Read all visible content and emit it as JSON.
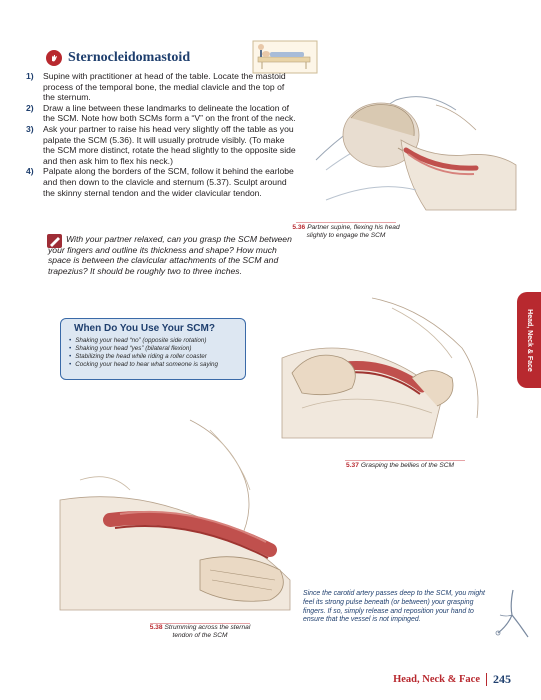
{
  "section": {
    "title": "Sternocleidomastoid"
  },
  "steps": [
    {
      "num": "1)",
      "text": "Supine with practitioner at head of the table. Locate the mastoid process of the temporal bone, the medial clavicle and the top of the sternum."
    },
    {
      "num": "2)",
      "text": "Draw a line between these landmarks to delineate the location of the SCM. Note how both SCMs form a “V” on the front of the neck."
    },
    {
      "num": "3)",
      "text": "Ask your partner to raise his head very slightly off the table as you palpate the SCM (5.36). It will usually protrude visibly. (To make the SCM more distinct, rotate the head slightly to the opposite side and then ask him to flex his neck.)"
    },
    {
      "num": "4)",
      "text": "Palpate along the borders of the SCM, follow it behind the earlobe and then down to the clavicle and sternum (5.37). Sculpt around the skinny sternal tendon and the wider clavicular tendon."
    }
  ],
  "question": "With your partner relaxed, can you grasp the SCM between your fingers and outline its thickness and shape? How much space is between the clavicular attachments of the SCM and trapezius? It should be roughly two to three inches.",
  "when_box": {
    "title": "When Do You Use Your SCM?",
    "items": [
      "Shaking your head “no” (opposite side rotation)",
      "Shaking your head “yes” (bilateral flexion)",
      "Stabilizing the head while riding a roller coaster",
      "Cocking your head to hear what someone is saying"
    ]
  },
  "captions": {
    "c536": {
      "num": "5.36",
      "text": "Partner supine, flexing his head slightly to engage the SCM"
    },
    "c537": {
      "num": "5.37",
      "text": "Grasping the bellies of the SCM"
    },
    "c538": {
      "num": "5.38",
      "text": "Strumming across the sternal tendon of the SCM"
    }
  },
  "note": "Since the carotid artery passes deep to the SCM, you might feel its strong pulse beneath (or between) your grasping fingers. If so, simply release and reposition your hand to ensure that the vessel is not impinged.",
  "side_tab": "Head, Neck & Face",
  "footer": {
    "title": "Head, Neck & Face",
    "page": "245"
  },
  "colors": {
    "accent_red": "#b8292f",
    "heading_blue": "#1f3f6e",
    "box_fill": "#dde7f2",
    "muscle": "#c0504d"
  }
}
